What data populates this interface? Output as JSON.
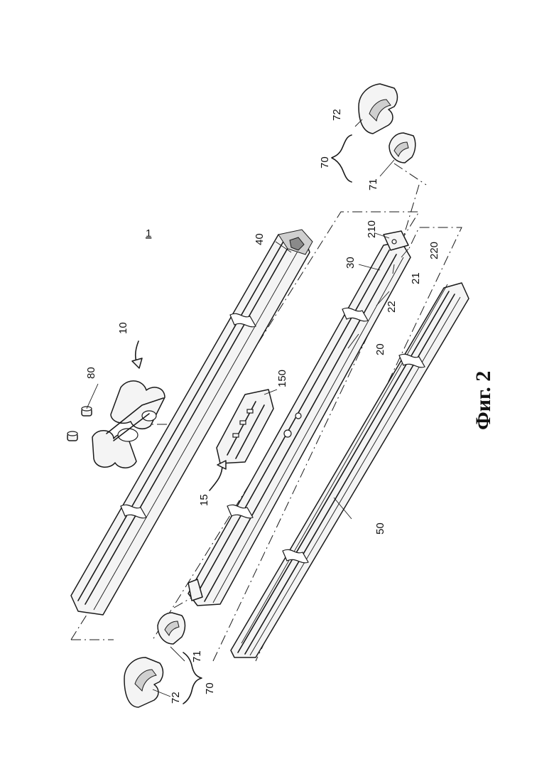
{
  "figure": {
    "title": "Фиг. 2",
    "labels": {
      "assembly": "1",
      "cam": "10",
      "bracket": "15",
      "bracket_plate": "150",
      "inner_rail": "20",
      "rail_end": "21",
      "rail_body": "22",
      "tab_210": "210",
      "tab_220": "220",
      "middle_rail": "30",
      "outer_cover": "40",
      "outer_rail": "50",
      "end_group_right": "70",
      "end_group_left": "70",
      "cap_inner_right": "71",
      "cap_outer_right": "72",
      "cap_inner_left": "71",
      "cap_outer_left": "72",
      "pins": "80"
    }
  }
}
